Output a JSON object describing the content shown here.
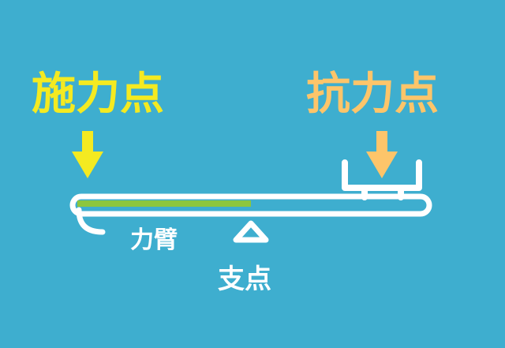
{
  "labels": {
    "effort_point": "施力点",
    "load_point": "抗力点",
    "effort_arm": "力臂",
    "fulcrum": "支点"
  },
  "colors": {
    "background": "#3eaecf",
    "effort": "#f4ea21",
    "load": "#fdc56a",
    "arm": "#8cc63e",
    "lever": "#ffffff"
  },
  "icons": {
    "effort_arrow": "arrow-down-icon",
    "load_arrow": "arrow-down-icon",
    "fulcrum": "triangle-icon"
  }
}
